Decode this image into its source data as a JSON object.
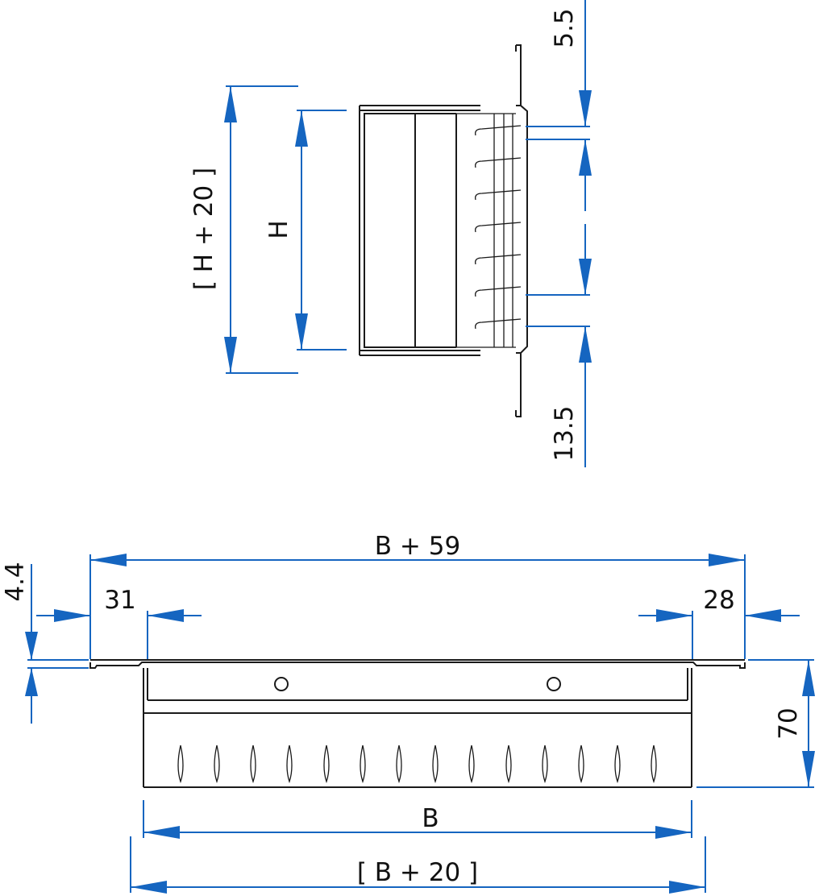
{
  "side_view": {
    "dim_h_plus_20": "[ H + 20 ]",
    "dim_h": "H",
    "dim_top_offset": "5.5",
    "dim_bottom_offset": "13.5"
  },
  "front_view": {
    "dim_b_plus_59": "B + 59",
    "dim_left_flange": "31",
    "dim_right_flange": "28",
    "dim_flange_thickness": "4.4",
    "dim_depth": "70",
    "dim_b": "B",
    "dim_b_plus_20": "[ B + 20 ]"
  },
  "colors": {
    "dimension": "#1565c0",
    "outline": "#1a1a1a",
    "background": "#ffffff"
  }
}
